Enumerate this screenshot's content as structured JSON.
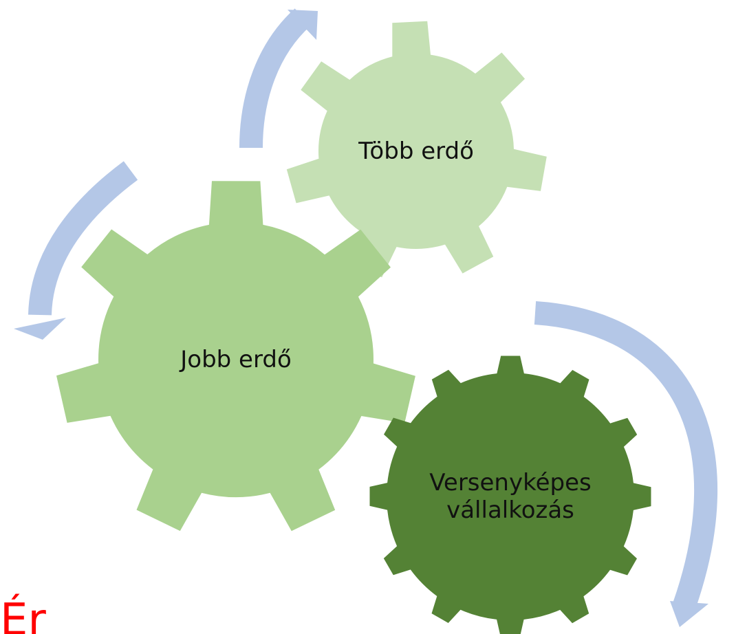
{
  "gears": [
    {
      "id": "tobb",
      "label": "Több erdő",
      "color": "#c5e0b4"
    },
    {
      "id": "jobb",
      "label": "Jobb erdő",
      "color": "#a9d18e"
    },
    {
      "id": "verseny",
      "label_lines": [
        "Versenyképes",
        "vállalkozás"
      ],
      "color": "#548235"
    }
  ],
  "arrow_color": "#b4c7e7",
  "corner_text": {
    "text": "Ér",
    "color": "#ff0000"
  }
}
